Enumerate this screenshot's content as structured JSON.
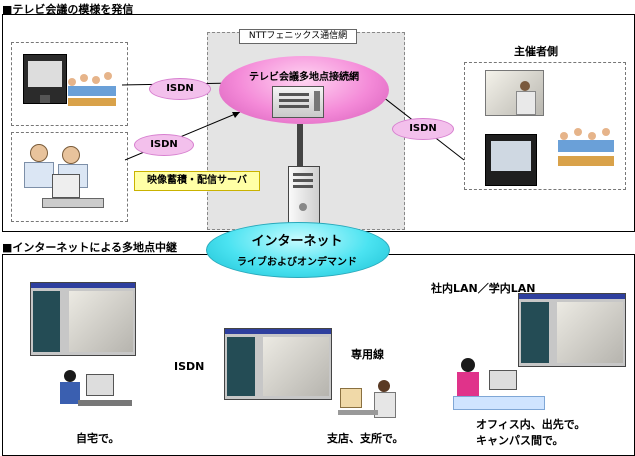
{
  "section1": {
    "title": "■テレビ会議の模様を発信"
  },
  "section2": {
    "title": "■インターネットによる多地点中継"
  },
  "network": {
    "label": "NTTフェニックス通信網",
    "mcu_label": "テレビ会議多地点接続網",
    "isdn_left_top": "ISDN",
    "isdn_left_bottom": "ISDN",
    "isdn_right": "ISDN"
  },
  "organizer": {
    "label": "主催者側"
  },
  "server": {
    "label": "映像蓄積・配信サーバ"
  },
  "internet": {
    "title": "インターネット",
    "subtitle": "ライブおよびオンデマンド"
  },
  "sites": {
    "lan_label": "社内LAN／学内LAN",
    "isdn_label": "ISDN",
    "dedicated_label": "専用線",
    "home_caption": "自宅で。",
    "branch_caption": "支店、支所で。",
    "office_caption_1": "オフィス内、出先で。",
    "office_caption_2": "キャンパス間で。"
  },
  "colors": {
    "mcu_ellipse": "#f48ad8",
    "internet_ellipse": "#4be3f1",
    "isdn_bubble": "#f3c0ec",
    "server_label_bg": "#ffffa6"
  }
}
